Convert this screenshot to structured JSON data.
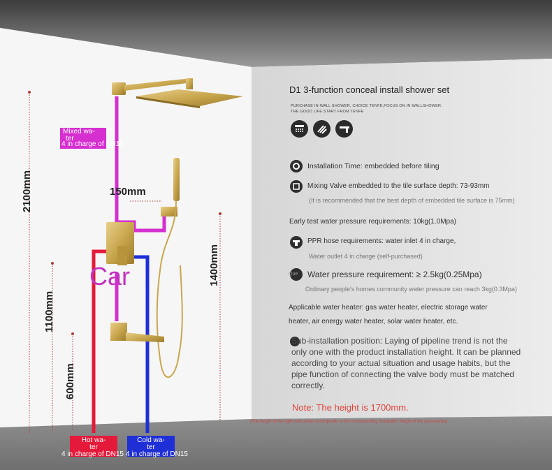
{
  "product": {
    "title": "D1 3-function conceal install shower set",
    "tagline_1": "PURCHASE IN-WALL SHOWER, CHOICE TENFE,FOCUS ON IN-WALLSHOWER.",
    "tagline_2": "THE GOOD LIFE START FROM TENFE"
  },
  "feature_icons": [
    "shower-head-icon",
    "diamond-pattern-icon",
    "faucet-icon"
  ],
  "specs": {
    "installation_time": "Installation Time: embedded before tiling",
    "mixing_valve": "Mixing Valve embedded to the tile surface depth: 73-93mm",
    "mixing_valve_note": "(It is recommended that the best depth of embedded tile surface is 75mm)",
    "early_test": "Early test water pressure requirements: 10kg(1.0Mpa)",
    "ppr_hose": "PPR hose requirements: water inlet 4 in charge,",
    "ppr_hose_note": "Water outlet 4 in charge (self-purchased)",
    "water_pressure": "Water pressure requirement: ≥ 2.5kg(0.25Mpa)",
    "water_pressure_prefix": "Que",
    "water_pressure_note": "Ordinary people's homes community water pressure can reach 3kg(0.3Mpa)",
    "heater_line_1": "Applicable water heater: gas water heater, electric storage water",
    "heater_line_2": "heater, air energy water heater, solar water heater, etc.",
    "sub_installation": "Sub-installation position: Laying of pipeline trend is not the only one with the product installation height. It can be planned according to your actual situation and usage habits, but the pipe function of connecting the valve body must be matched correctly.",
    "height_note": "Note: The height is 1700mm.",
    "height_footnote": "(The height of the right vertical bar corresponds to the corresponding installation height of the accessories)"
  },
  "diagram": {
    "dim_2100": "2100mm",
    "dim_1100": "1100mm",
    "dim_600": "600mm",
    "dim_1400": "1400mm",
    "dim_150": "150mm",
    "overlay_text": "Car",
    "mixed_water_line_1": "Mixed wa-",
    "mixed_water_line_2": "ter",
    "mixed_water_sub": "4 in charge of DN15",
    "hot_water_line_1": "Hot wa-",
    "hot_water_line_2": "ter",
    "hot_water_sub": "4 in charge of DN15",
    "cold_water_line_1": "Cold wa-",
    "cold_water_line_2": "ter",
    "cold_water_sub": "4 in charge of DN15"
  },
  "colors": {
    "hot": "#e51a3a",
    "cold": "#1f2fd6",
    "mixed": "#d62fd0",
    "gold": "#c9a74f",
    "accent_red": "#e0443a"
  }
}
